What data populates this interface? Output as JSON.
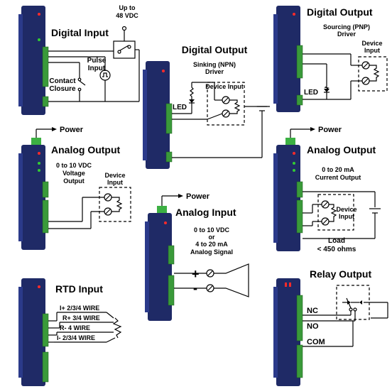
{
  "panels": {
    "digital_input": {
      "title": "Digital Input",
      "supply": [
        "Up to",
        "48 VDC"
      ],
      "pulse": [
        "Pulse",
        "Input"
      ],
      "contact": [
        "Contact",
        "Closure"
      ]
    },
    "digital_output_sinking": {
      "title": "Digital Output",
      "driver": [
        "Sinking (NPN)",
        "Driver"
      ],
      "device": "Device Input",
      "led": "LED"
    },
    "digital_output_sourcing": {
      "title": "Digital Output",
      "driver": [
        "Sourcing (PNP)",
        "Driver"
      ],
      "device": [
        "Device",
        "Input"
      ],
      "led": "LED"
    },
    "analog_output_voltage": {
      "title": "Analog Output",
      "power": "Power",
      "range": [
        "0 to 10 VDC",
        "Voltage",
        "Output"
      ],
      "device": [
        "Device",
        "Input"
      ]
    },
    "analog_output_current": {
      "title": "Analog Output",
      "power": "Power",
      "range": [
        "0 to 20 mA",
        "Current Output"
      ],
      "device": [
        "Device",
        "Input"
      ],
      "load": [
        "Load",
        "< 450 ohms"
      ]
    },
    "analog_input": {
      "title": "Analog Input",
      "power": "Power",
      "signal": [
        "0 to 10 VDC",
        "or",
        "4 to 20 mA",
        "Analog Signal"
      ],
      "plus": "+",
      "minus": "-"
    },
    "rtd_input": {
      "title": "RTD Input",
      "wires": [
        "I+ 2/3/4 WIRE",
        "R+ 3/4 WIRE",
        "R- 4 WIRE",
        "I- 2/3/4 WIRE"
      ]
    },
    "relay_output": {
      "title": "Relay Output",
      "contacts": [
        "NC",
        "NO",
        "COM"
      ]
    }
  },
  "colors": {
    "module_body": "#1f2a66",
    "terminal": "#3a9a3a",
    "led_red": "#ff2a2a",
    "led_green": "#33cc33"
  }
}
